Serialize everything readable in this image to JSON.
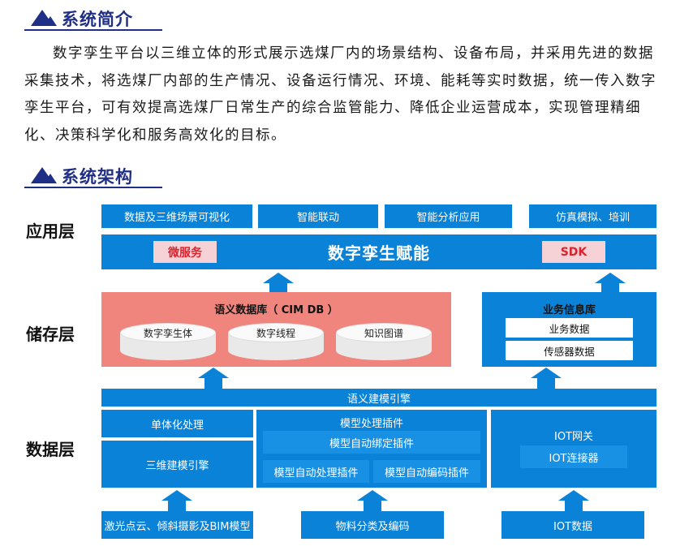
{
  "section1": {
    "title": "系统简介"
  },
  "intro": "数字孪生平台以三维立体的形式展示选煤厂内的场景结构、设备布局，并采用先进的数据采集技术，将选煤厂内部的生产情况、设备运行情况、环境、能耗等实时数据，统一传入数字孪生平台，可有效提高选煤厂日常生产的综合监管能力、降低企业运营成本，实现管理精细化、决策科学化和服务高效化的目标。",
  "section2": {
    "title": "系统架构"
  },
  "layers": {
    "app": "应用层",
    "storage": "储存层",
    "data": "数据层"
  },
  "app_layer": {
    "top_boxes": [
      "数据及三维场景可视化",
      "智能联动",
      "智能分析应用",
      "仿真模拟、培训"
    ],
    "main_label": "数字孪生赋能",
    "left_tag": "微服务",
    "right_tag": "SDK"
  },
  "storage_layer": {
    "semantic_db": {
      "title": "语义数据库（ CIM DB ）",
      "items": [
        "数字孪生体",
        "数字线程",
        "知识图谱"
      ]
    },
    "business_db": {
      "title": "业务信息库",
      "items": [
        "业务数据",
        "传感器数据"
      ]
    }
  },
  "data_layer": {
    "engine_bar": "语义建模引擎",
    "left": [
      "单体化处理",
      "三维建模引擎"
    ],
    "middle": {
      "title": "模型处理插件",
      "binding": "模型自动绑定插件",
      "auto_process": "模型自动处理插件",
      "auto_encode": "模型自动编码插件"
    },
    "right": {
      "title": "IOT网关",
      "connector": "IOT连接器"
    }
  },
  "sources": [
    "激光点云、倾斜摄影及BIM模型",
    "物料分类及编码",
    "IOT数据"
  ],
  "colors": {
    "title_blue": "#1f2f86",
    "box_blue": "#0a82d8",
    "db_salmon": "#ef857d",
    "tag_pink": "#f6d1d5",
    "tag_red": "#d9242e"
  }
}
